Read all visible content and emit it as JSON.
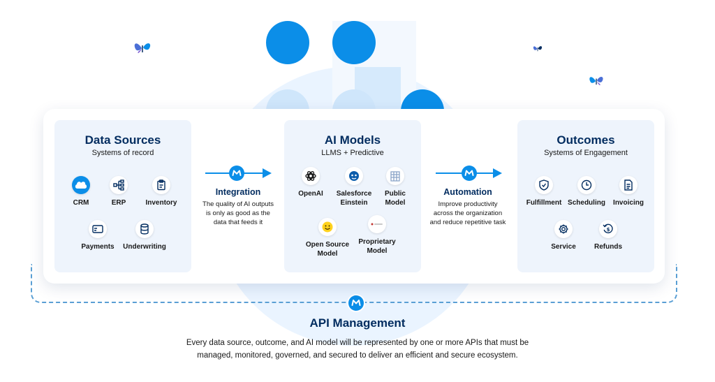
{
  "colors": {
    "brand_blue": "#0b8ee8",
    "navy": "#032d60",
    "panel": "#eef4fc",
    "dashed": "#5a9fd4"
  },
  "data_sources": {
    "title": "Data Sources",
    "subtitle": "Systems of record",
    "items": [
      {
        "label": "CRM",
        "icon": "salesforce-cloud-icon"
      },
      {
        "label": "ERP",
        "icon": "hierarchy-icon"
      },
      {
        "label": "Inventory",
        "icon": "clipboard-icon"
      },
      {
        "label": "Payments",
        "icon": "card-icon"
      },
      {
        "label": "Underwriting",
        "icon": "database-icon"
      }
    ]
  },
  "integration": {
    "title": "Integration",
    "text_lines": [
      "The quality of AI outputs",
      "is only as good as the",
      "data that feeds it"
    ]
  },
  "ai_models": {
    "title": "AI Models",
    "subtitle": "LLMS + Predictive",
    "items": [
      {
        "label": "OpenAI",
        "icon": "openai-icon"
      },
      {
        "label_lines": [
          "Salesforce",
          "Einstein"
        ],
        "icon": "einstein-icon"
      },
      {
        "label_lines": [
          "Public",
          "Model"
        ],
        "icon": "public-model-icon"
      },
      {
        "label_lines": [
          "Open Source",
          "Model"
        ],
        "icon": "hugging-face-icon"
      },
      {
        "label_lines": [
          "Proprietary",
          "Model"
        ],
        "icon": "proprietary-model-icon"
      }
    ]
  },
  "automation": {
    "title": "Automation",
    "text_lines": [
      "Improve productivity",
      "across the organization",
      "and reduce repetitive task"
    ]
  },
  "outcomes": {
    "title": "Outcomes",
    "subtitle": "Systems of Engagement",
    "items": [
      {
        "label": "Fulfillment",
        "icon": "shield-check-icon"
      },
      {
        "label": "Scheduling",
        "icon": "clock-icon"
      },
      {
        "label": "Invoicing",
        "icon": "document-icon"
      },
      {
        "label": "Service",
        "icon": "gear-icon"
      },
      {
        "label": "Refunds",
        "icon": "refund-icon"
      }
    ]
  },
  "api": {
    "title": "API Management",
    "text_lines": [
      "Every data source, outcome, and AI model will be represented by one or more APIs that must be",
      "managed, monitored, governed, and secured to deliver an efficient and secure ecosystem."
    ]
  }
}
